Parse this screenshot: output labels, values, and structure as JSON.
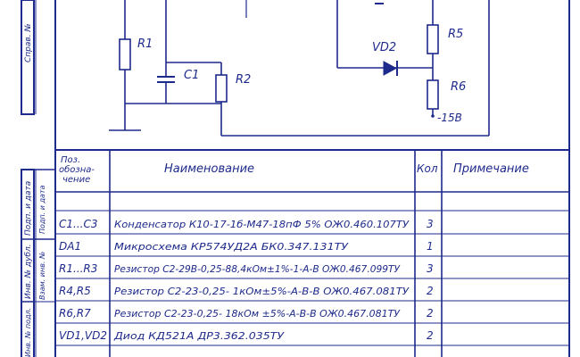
{
  "side_stamp": {
    "labels": [
      "Справ. №",
      "Подп. и дата",
      "Инв. № дубл.",
      "Взам. инв. №",
      "Подп. и дата",
      "Инв. № подл."
    ]
  },
  "schematic": {
    "components": {
      "r1": "R1",
      "c1": "C1",
      "r2": "R2",
      "vd2": "VD2",
      "r5": "R5",
      "r6": "R6"
    },
    "supply_label": "-15В"
  },
  "parts_list": {
    "headers": {
      "designation": "Поз. обозна- чение",
      "name": "Наименование",
      "qty": "Кол",
      "note": "Примечание"
    },
    "rows": [
      {
        "designation": "C1...C3",
        "name": "Конденсатор К10-17-1б-М47-18пФ 5% ОЖ0.460.107ТУ",
        "qty": "3",
        "note": ""
      },
      {
        "designation": "DA1",
        "name": "Микросхема КР574УД2А БК0.347.131ТУ",
        "qty": "1",
        "note": ""
      },
      {
        "designation": "R1...R3",
        "name": "Резистор С2-29В-0,25-88,4кОм±1%-1-А-В ОЖ0.467.099ТУ",
        "qty": "3",
        "note": ""
      },
      {
        "designation": "R4,R5",
        "name": "Резистор С2-23-0,25- 1кОм±5%-А-В-В ОЖ0.467.081ТУ",
        "qty": "2",
        "note": ""
      },
      {
        "designation": "R6,R7",
        "name": "Резистор С2-23-0,25- 18кОм ±5%-А-В-В ОЖ0.467.081ТУ",
        "qty": "2",
        "note": ""
      },
      {
        "designation": "VD1,VD2",
        "name": "Диод КД521А ДР3.362.035ТУ",
        "qty": "2",
        "note": ""
      }
    ]
  }
}
